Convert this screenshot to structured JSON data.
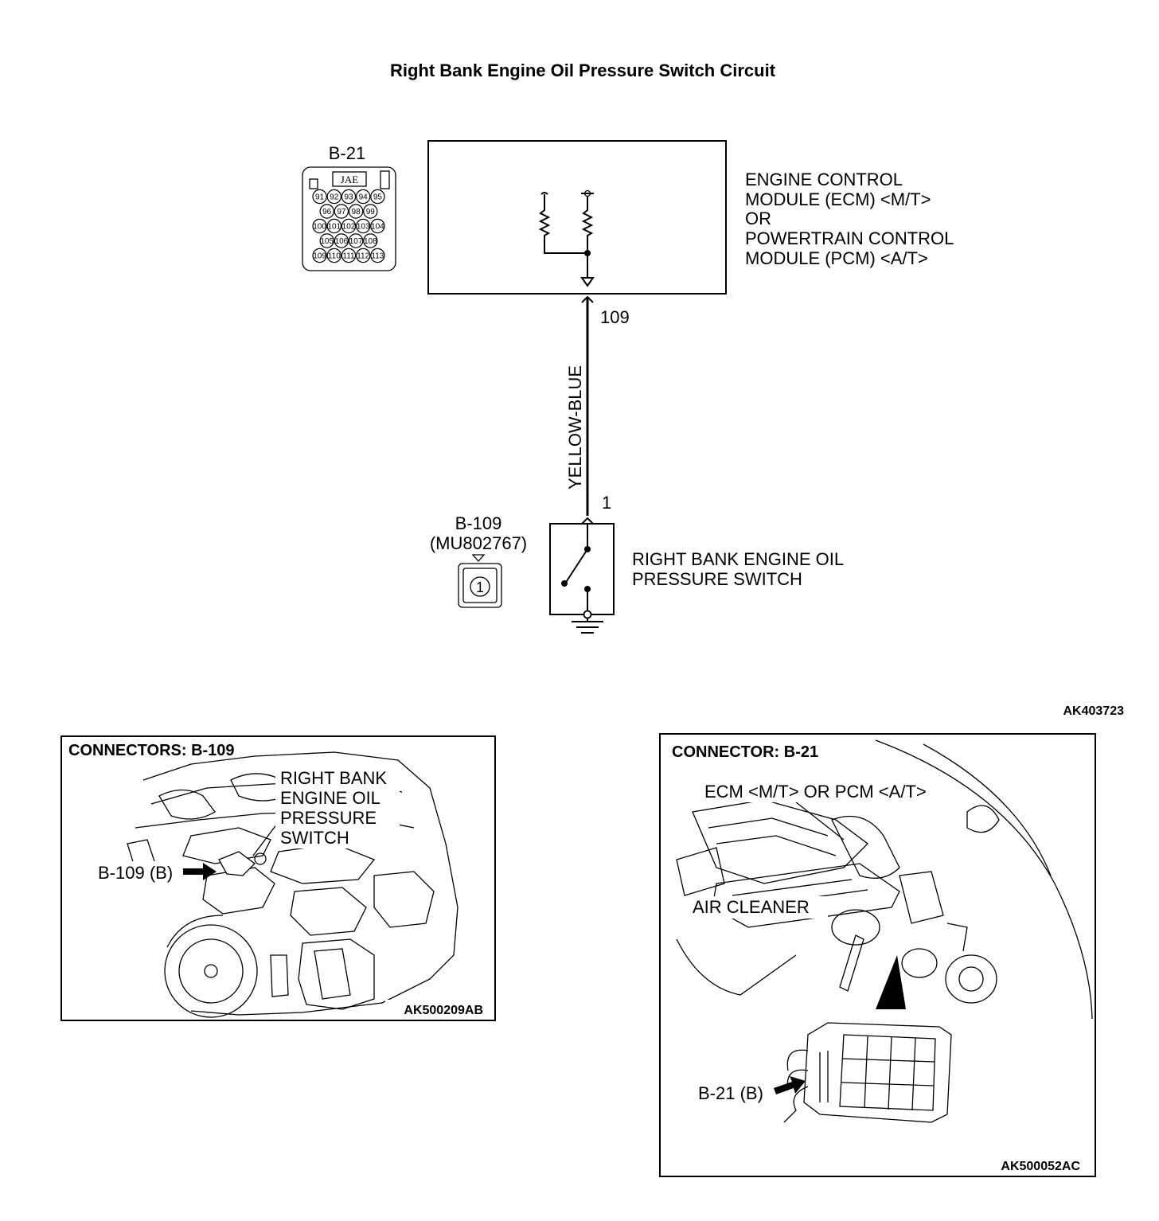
{
  "title": "Right Bank Engine Oil Pressure Switch Circuit",
  "figure_code": "AK403723",
  "ecm": {
    "connector_id": "B-21",
    "connector_maker": "JAE",
    "pins": [
      [
        "91",
        "92",
        "93",
        "94",
        "95"
      ],
      [
        "96",
        "97",
        "98",
        "99"
      ],
      [
        "100",
        "101",
        "102",
        "103",
        "104"
      ],
      [
        "105",
        "106",
        "107",
        "108"
      ],
      [
        "109",
        "110",
        "111",
        "112",
        "113"
      ]
    ],
    "label_lines": [
      "ENGINE CONTROL",
      "MODULE (ECM) <M/T>",
      "OR",
      "POWERTRAIN CONTROL",
      "MODULE (PCM) <A/T>"
    ],
    "terminal": "109"
  },
  "wire": {
    "color_label": "YELLOW-BLUE"
  },
  "switch": {
    "connector_id": "B-109",
    "part_number": "(MU802767)",
    "connector_pin": "1",
    "terminal": "1",
    "label_lines": [
      "RIGHT BANK ENGINE OIL",
      "PRESSURE SWITCH"
    ]
  },
  "panel_left": {
    "heading": "CONNECTORS: B-109",
    "callout_lines": [
      "RIGHT BANK",
      "ENGINE OIL",
      "PRESSURE",
      "SWITCH"
    ],
    "connector_label": "B-109 (B)",
    "code": "AK500209AB"
  },
  "panel_right": {
    "heading": "CONNECTOR: B-21",
    "ecm_label": "ECM <M/T> OR PCM <A/T>",
    "air_cleaner_label": "AIR CLEANER",
    "connector_label": "B-21 (B)",
    "code": "AK500052AC"
  }
}
